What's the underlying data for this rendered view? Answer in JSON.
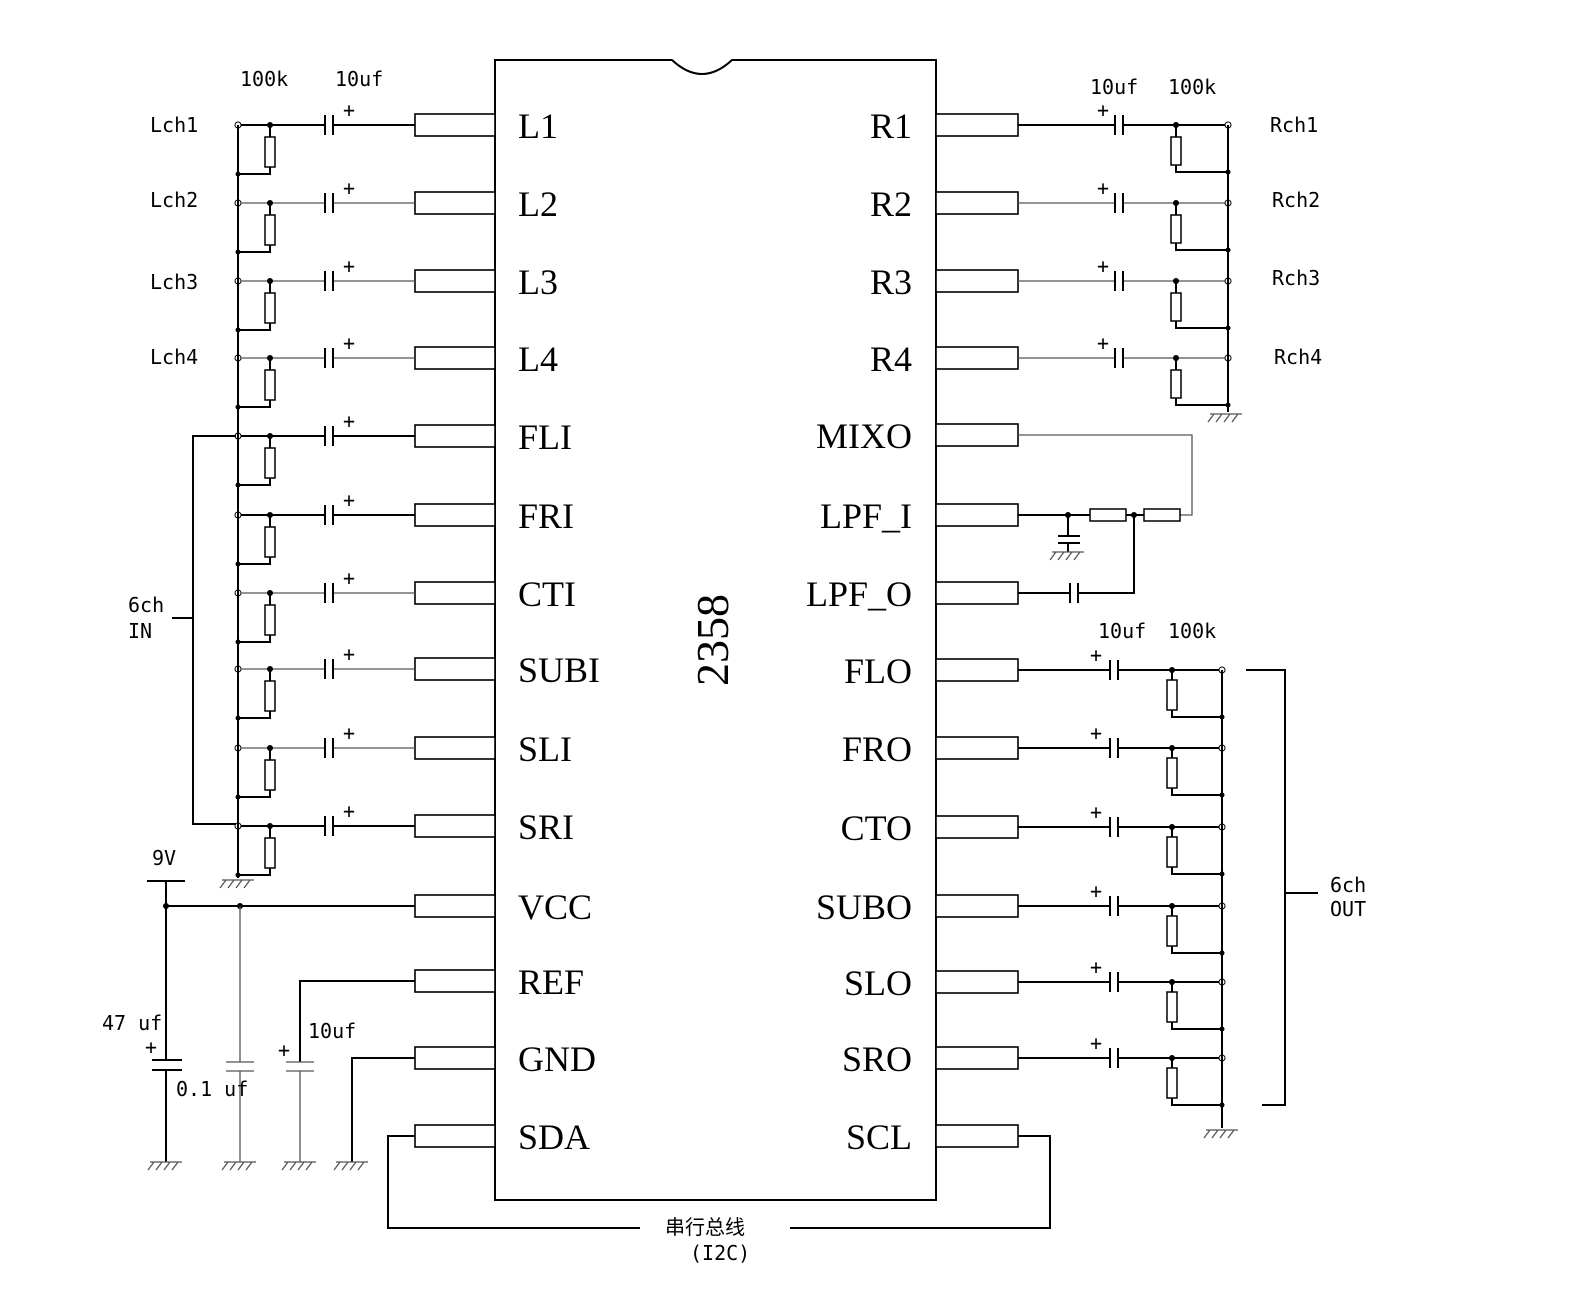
{
  "chip": {
    "part_number": "2358"
  },
  "left_pins": [
    "L1",
    "L2",
    "L3",
    "L4",
    "FLI",
    "FRI",
    "CTI",
    "SUBI",
    "SLI",
    "SRI",
    "VCC",
    "REF",
    "GND",
    "SDA"
  ],
  "right_pins": [
    "R1",
    "R2",
    "R3",
    "R4",
    "MIXO",
    "LPF_I",
    "LPF_O",
    "FLO",
    "FRO",
    "CTO",
    "SUBO",
    "SLO",
    "SRO",
    "SCL"
  ],
  "left_inputs": [
    "Lch1",
    "Lch2",
    "Lch3",
    "Lch4"
  ],
  "right_inputs": [
    "Rch1",
    "Rch2",
    "Rch3",
    "Rch4"
  ],
  "labels": {
    "res_in_left": "100k",
    "cap_in_left": "10uf",
    "cap_in_right": "10uf",
    "res_in_right": "100k",
    "cap_out": "10uf",
    "res_out": "100k",
    "in6_line1": "6ch",
    "in6_line2": "IN",
    "out6_line1": "6ch",
    "out6_line2": "OUT",
    "supply": "9V",
    "cap_47": "47 uf",
    "cap_01": "0.1 uf",
    "cap_ref": "10uf",
    "bus_line1": "串行总线",
    "bus_line2": "(I2C)"
  }
}
